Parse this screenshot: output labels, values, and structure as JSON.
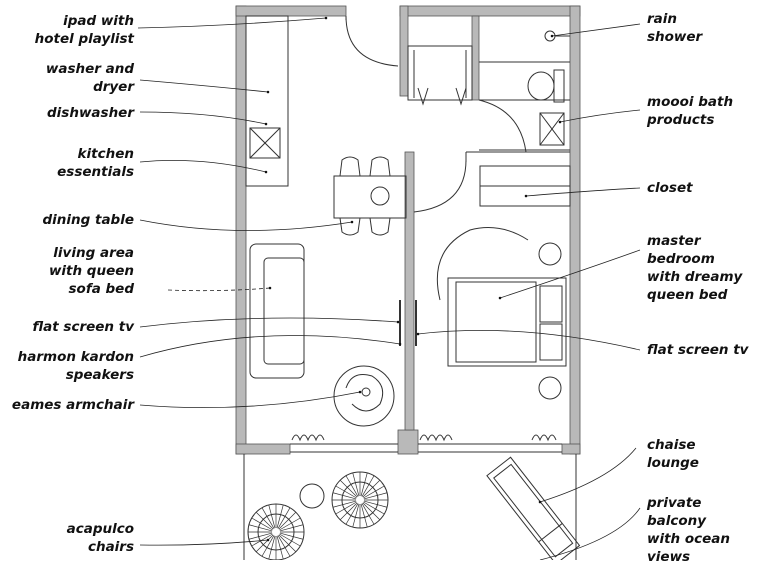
{
  "colors": {
    "ink": "#111111",
    "wall": "#b9b9b9",
    "line": "#333333",
    "background": "#ffffff"
  },
  "labels": {
    "left": [
      {
        "id": "ipad",
        "text": "ipad with\nhotel playlist"
      },
      {
        "id": "washer",
        "text": "washer and\ndryer"
      },
      {
        "id": "dishwasher",
        "text": "dishwasher"
      },
      {
        "id": "kitchen",
        "text": "kitchen\nessentials"
      },
      {
        "id": "dining",
        "text": "dining table"
      },
      {
        "id": "living",
        "text": "living area\nwith queen\nsofa bed"
      },
      {
        "id": "tv-left",
        "text": "flat screen tv"
      },
      {
        "id": "speakers",
        "text": "harmon kardon\nspeakers"
      },
      {
        "id": "eames",
        "text": "eames armchair"
      },
      {
        "id": "acapulco",
        "text": "acapulco\nchairs"
      }
    ],
    "right": [
      {
        "id": "rain",
        "text": "rain\nshower"
      },
      {
        "id": "moooi",
        "text": "moooi bath\nproducts"
      },
      {
        "id": "closet",
        "text": "closet"
      },
      {
        "id": "master",
        "text": "master\nbedroom\nwith dreamy\nqueen bed"
      },
      {
        "id": "tv-right",
        "text": "flat screen tv"
      },
      {
        "id": "chaise",
        "text": "chaise\nlounge"
      },
      {
        "id": "balcony",
        "text": "private\nbalcony\nwith ocean\nviews"
      }
    ]
  }
}
